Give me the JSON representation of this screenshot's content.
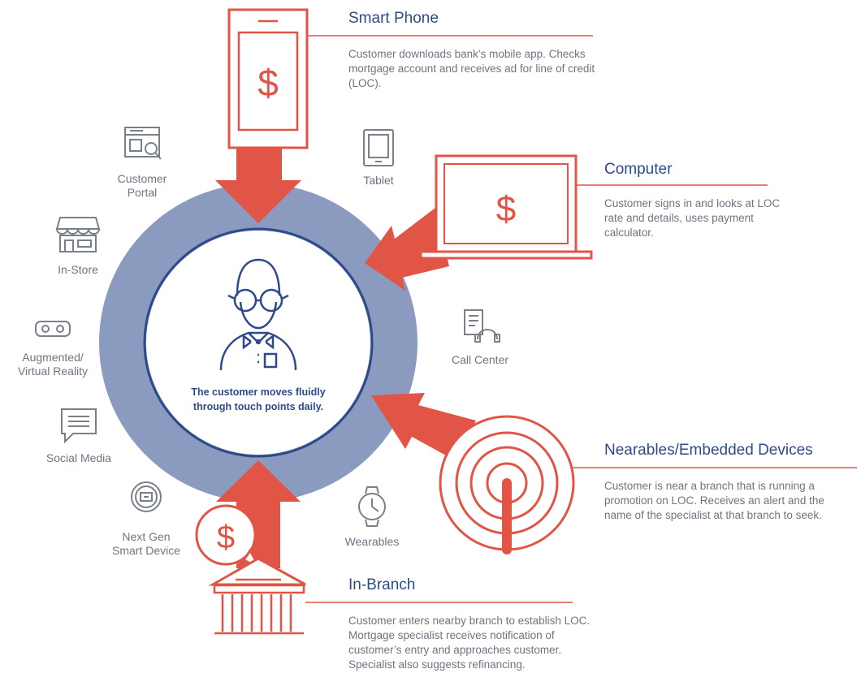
{
  "colors": {
    "red": "#e05545",
    "navy": "#2f4a8a",
    "ring": "#8a9bbf",
    "gray": "#7a8089"
  },
  "center": {
    "caption": "The customer moves fluidly through touch points daily.",
    "icon": "customer-avatar-icon"
  },
  "primary_touchpoints": [
    {
      "title": "Smart Phone",
      "icon": "smartphone-icon",
      "description": "Customer downloads bank’s mobile app. Checks mortgage account and receives ad for line of credit (LOC)."
    },
    {
      "title": "Computer",
      "icon": "laptop-icon",
      "description": " Customer signs in and looks at LOC rate and details, uses payment calculator."
    },
    {
      "title": "Nearables/Embedded Devices",
      "icon": "beacon-icon",
      "description": "Customer is near a branch that is running a promotion on LOC. Receives an alert and the name of the specialist at that branch to seek."
    },
    {
      "title": "In-Branch",
      "icon": "bank-building-icon",
      "description": "Customer enters nearby branch to establish LOC. Mortgage specialist receives notification of customer’s entry and approaches customer. Specialist also suggests refinancing."
    }
  ],
  "secondary_touchpoints": [
    {
      "label": "Customer\nPortal",
      "icon": "portal-icon"
    },
    {
      "label": "Tablet",
      "icon": "tablet-icon"
    },
    {
      "label": "In-Store",
      "icon": "store-icon"
    },
    {
      "label": "Augmented/\nVirtual Reality",
      "icon": "vr-headset-icon"
    },
    {
      "label": "Call Center",
      "icon": "call-center-icon"
    },
    {
      "label": "Social Media",
      "icon": "chat-icon"
    },
    {
      "label": "Next Gen\nSmart Device",
      "icon": "smart-device-icon"
    },
    {
      "label": "Wearables",
      "icon": "watch-icon"
    }
  ],
  "dollar_symbol": "$"
}
